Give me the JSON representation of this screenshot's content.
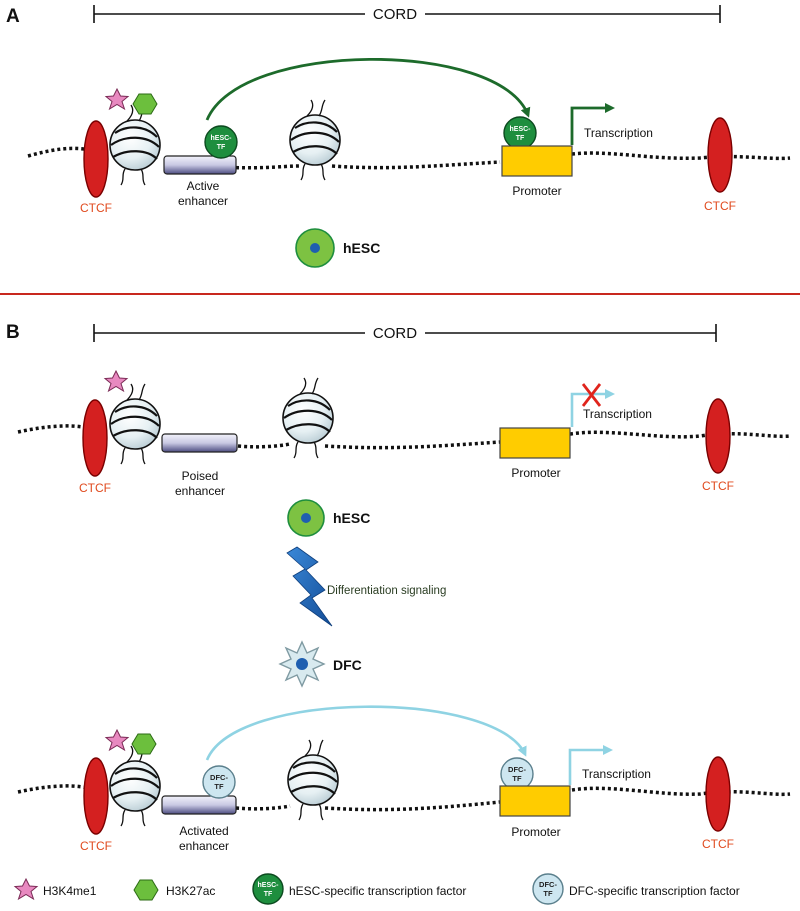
{
  "panel_a": {
    "letter": "A",
    "cord": "CORD",
    "ctcf_left": "CTCF",
    "ctcf_right": "CTCF",
    "enhancer": [
      "Active",
      "enhancer"
    ],
    "promoter": "Promoter",
    "transcription": "Transcription",
    "tf_label": [
      "hESC-",
      "TF"
    ],
    "cell": "hESC"
  },
  "panel_b": {
    "letter": "B",
    "cord": "CORD",
    "ctcf_left": "CTCF",
    "ctcf_right": "CTCF",
    "poised_enhancer": [
      "Poised",
      "enhancer"
    ],
    "promoter": "Promoter",
    "transcription": "Transcription",
    "cell_hesc": "hESC",
    "signal": "Differentiation signaling",
    "cell_dfc": "DFC",
    "ctcf_left_2": "CTCF",
    "ctcf_right_2": "CTCF",
    "activated_enhancer": [
      "Activated",
      "enhancer"
    ],
    "promoter_2": "Promoter",
    "transcription_2": "Transcription",
    "tf_label": [
      "DFC-",
      "TF"
    ]
  },
  "legend": {
    "h3k4me1": "H3K4me1",
    "h3k27ac": "H3K27ac",
    "hesc_tf_icon": [
      "hESC-",
      "TF"
    ],
    "hesc_tf": "hESC-specific transcription factor",
    "dfc_tf_icon": [
      "DFC-",
      "TF"
    ],
    "dfc_tf": "DFC-specific transcription factor"
  },
  "colors": {
    "ctcf": "#d42020",
    "ctcf_text": "#e04a1e",
    "promoter": "#ffcc00",
    "hesc_tf": "#1e8e3e",
    "dfc_tf": "#cde6f0",
    "active_arrow": "#1d6b2b",
    "dfc_arrow": "#8fd3e3",
    "divider": "#c8281e",
    "signal": "#1f63b5",
    "h3k4me1": "#e889c0",
    "h3k27ac": "#6cbf3d"
  }
}
